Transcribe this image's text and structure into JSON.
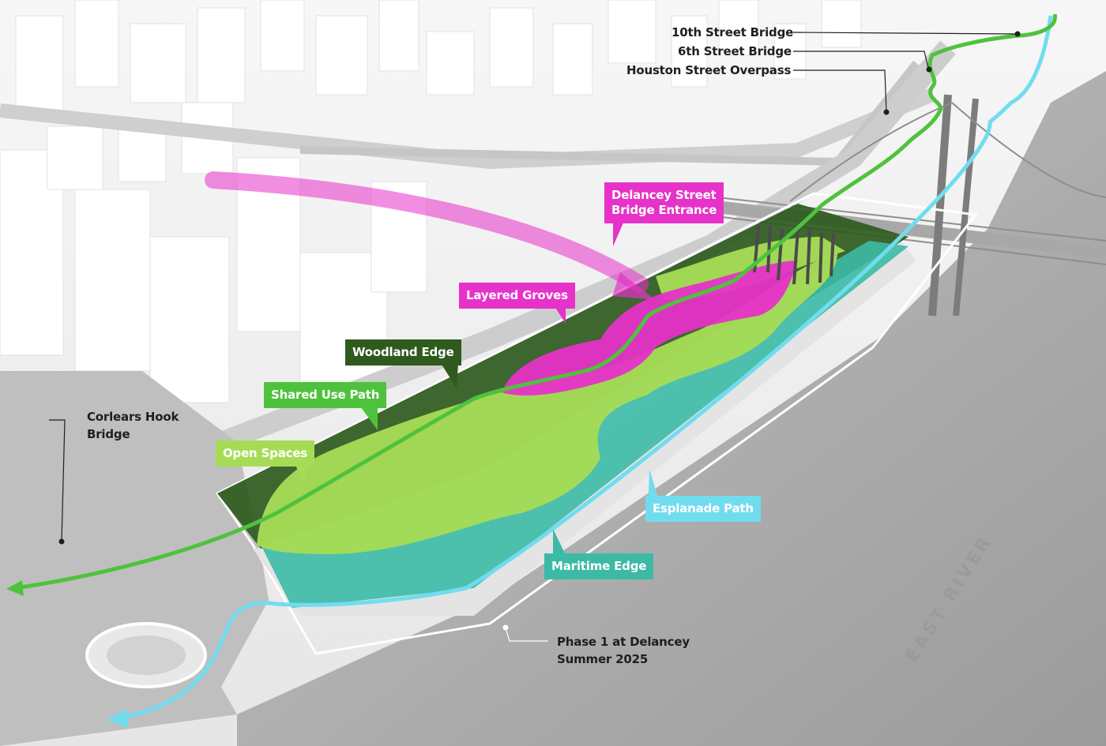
{
  "labels": {
    "delancey_entrance": {
      "line1": "Delancey Street",
      "line2": "Bridge Entrance",
      "color": "#e632c8"
    },
    "layered_groves": {
      "text": "Layered Groves",
      "color": "#e632c8"
    },
    "woodland_edge": {
      "text": "Woodland Edge",
      "color": "#2f5a1e"
    },
    "shared_use_path": {
      "text": "Shared Use Path",
      "color": "#4fc23d"
    },
    "open_spaces": {
      "text": "Open Spaces",
      "color": "#a6dc55"
    },
    "esplanade_path": {
      "text": "Esplanade Path",
      "color": "#72dcef"
    },
    "maritime_edge": {
      "text": "Maritime Edge",
      "color": "#3cbaa6"
    }
  },
  "callouts": {
    "tenth_street": "10th Street Bridge",
    "sixth_street": "6th Street Bridge",
    "houston_street": "Houston Street Overpass",
    "corlears_line1": "Corlears Hook",
    "corlears_line2": "Bridge",
    "phase_line1": "Phase 1  at Delancey",
    "phase_line2": "Summer 2025"
  },
  "river": "EAST RIVER",
  "colors": {
    "background": "#d9d9d9",
    "city": "#f0f0f0",
    "water": "#a9a9a9",
    "woodland": "#2f5a1e",
    "open_space": "#a6dc55",
    "groves": "#e632c8",
    "maritime": "#3cbaa6",
    "esplanade": "#72dcef",
    "path": "#4fc23d"
  }
}
